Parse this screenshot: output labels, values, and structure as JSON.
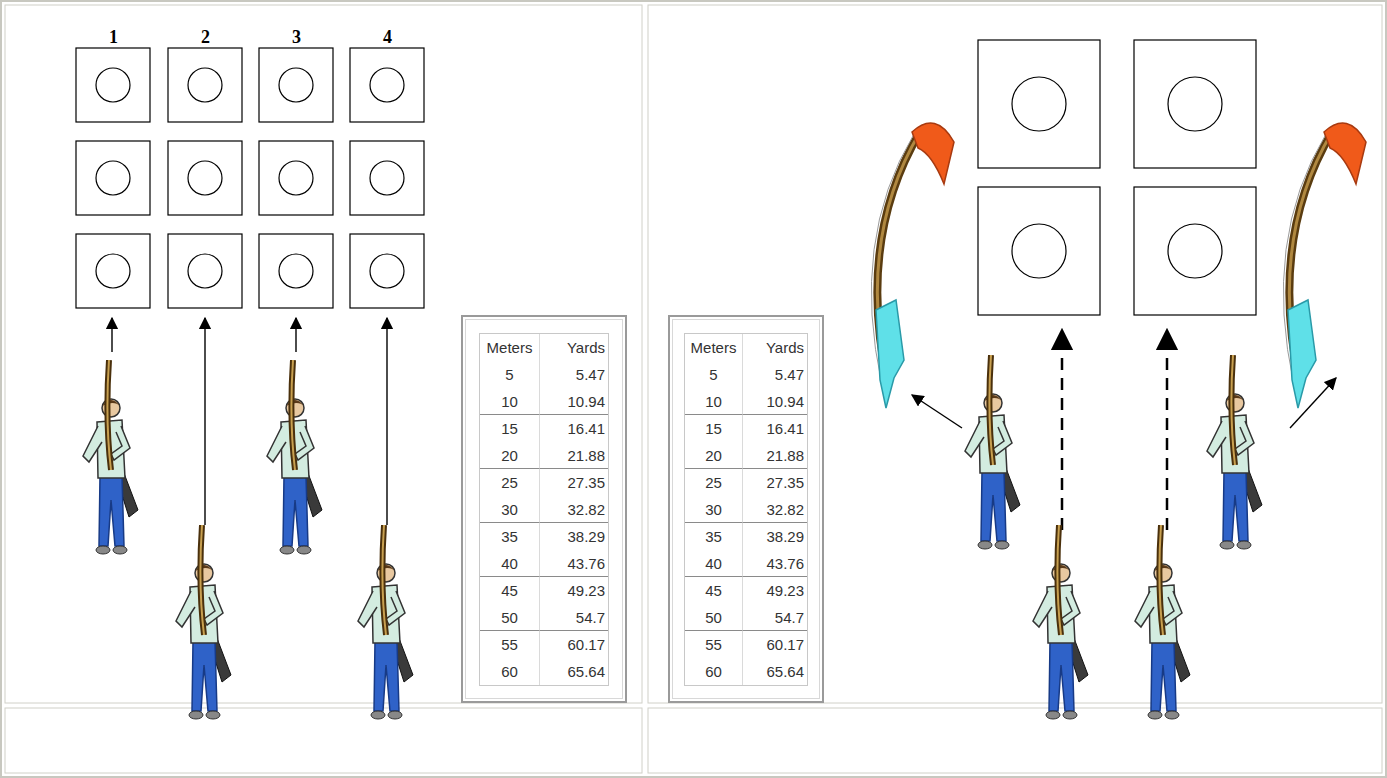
{
  "diagram": {
    "nodes": [
      {
        "text": [
          "Meters",
          "Yards",
          "5",
          "5.47",
          "10",
          "10.94",
          "15",
          "16.41",
          "20",
          "21.88",
          "25",
          "27.35",
          "30",
          "32.82",
          "35",
          "38.29",
          "40",
          "43.76",
          "45",
          "49.23",
          "50",
          "54.7",
          "55",
          "60.17",
          "60",
          "65.64"
        ]
      },
      {
        "text": [
          "Meters",
          "Yards",
          "5",
          "5.47",
          "10",
          "10.94",
          "15",
          "16.41",
          "20",
          "21.88",
          "25",
          "27.35",
          "30",
          "32.82",
          "35",
          "38.29",
          "40",
          "43.76",
          "45",
          "49.23",
          "50",
          "54.7",
          "55",
          "60.17",
          "60",
          "65.64"
        ]
      }
    ],
    "labels": [
      "1",
      "2",
      "3",
      "4"
    ]
  }
}
